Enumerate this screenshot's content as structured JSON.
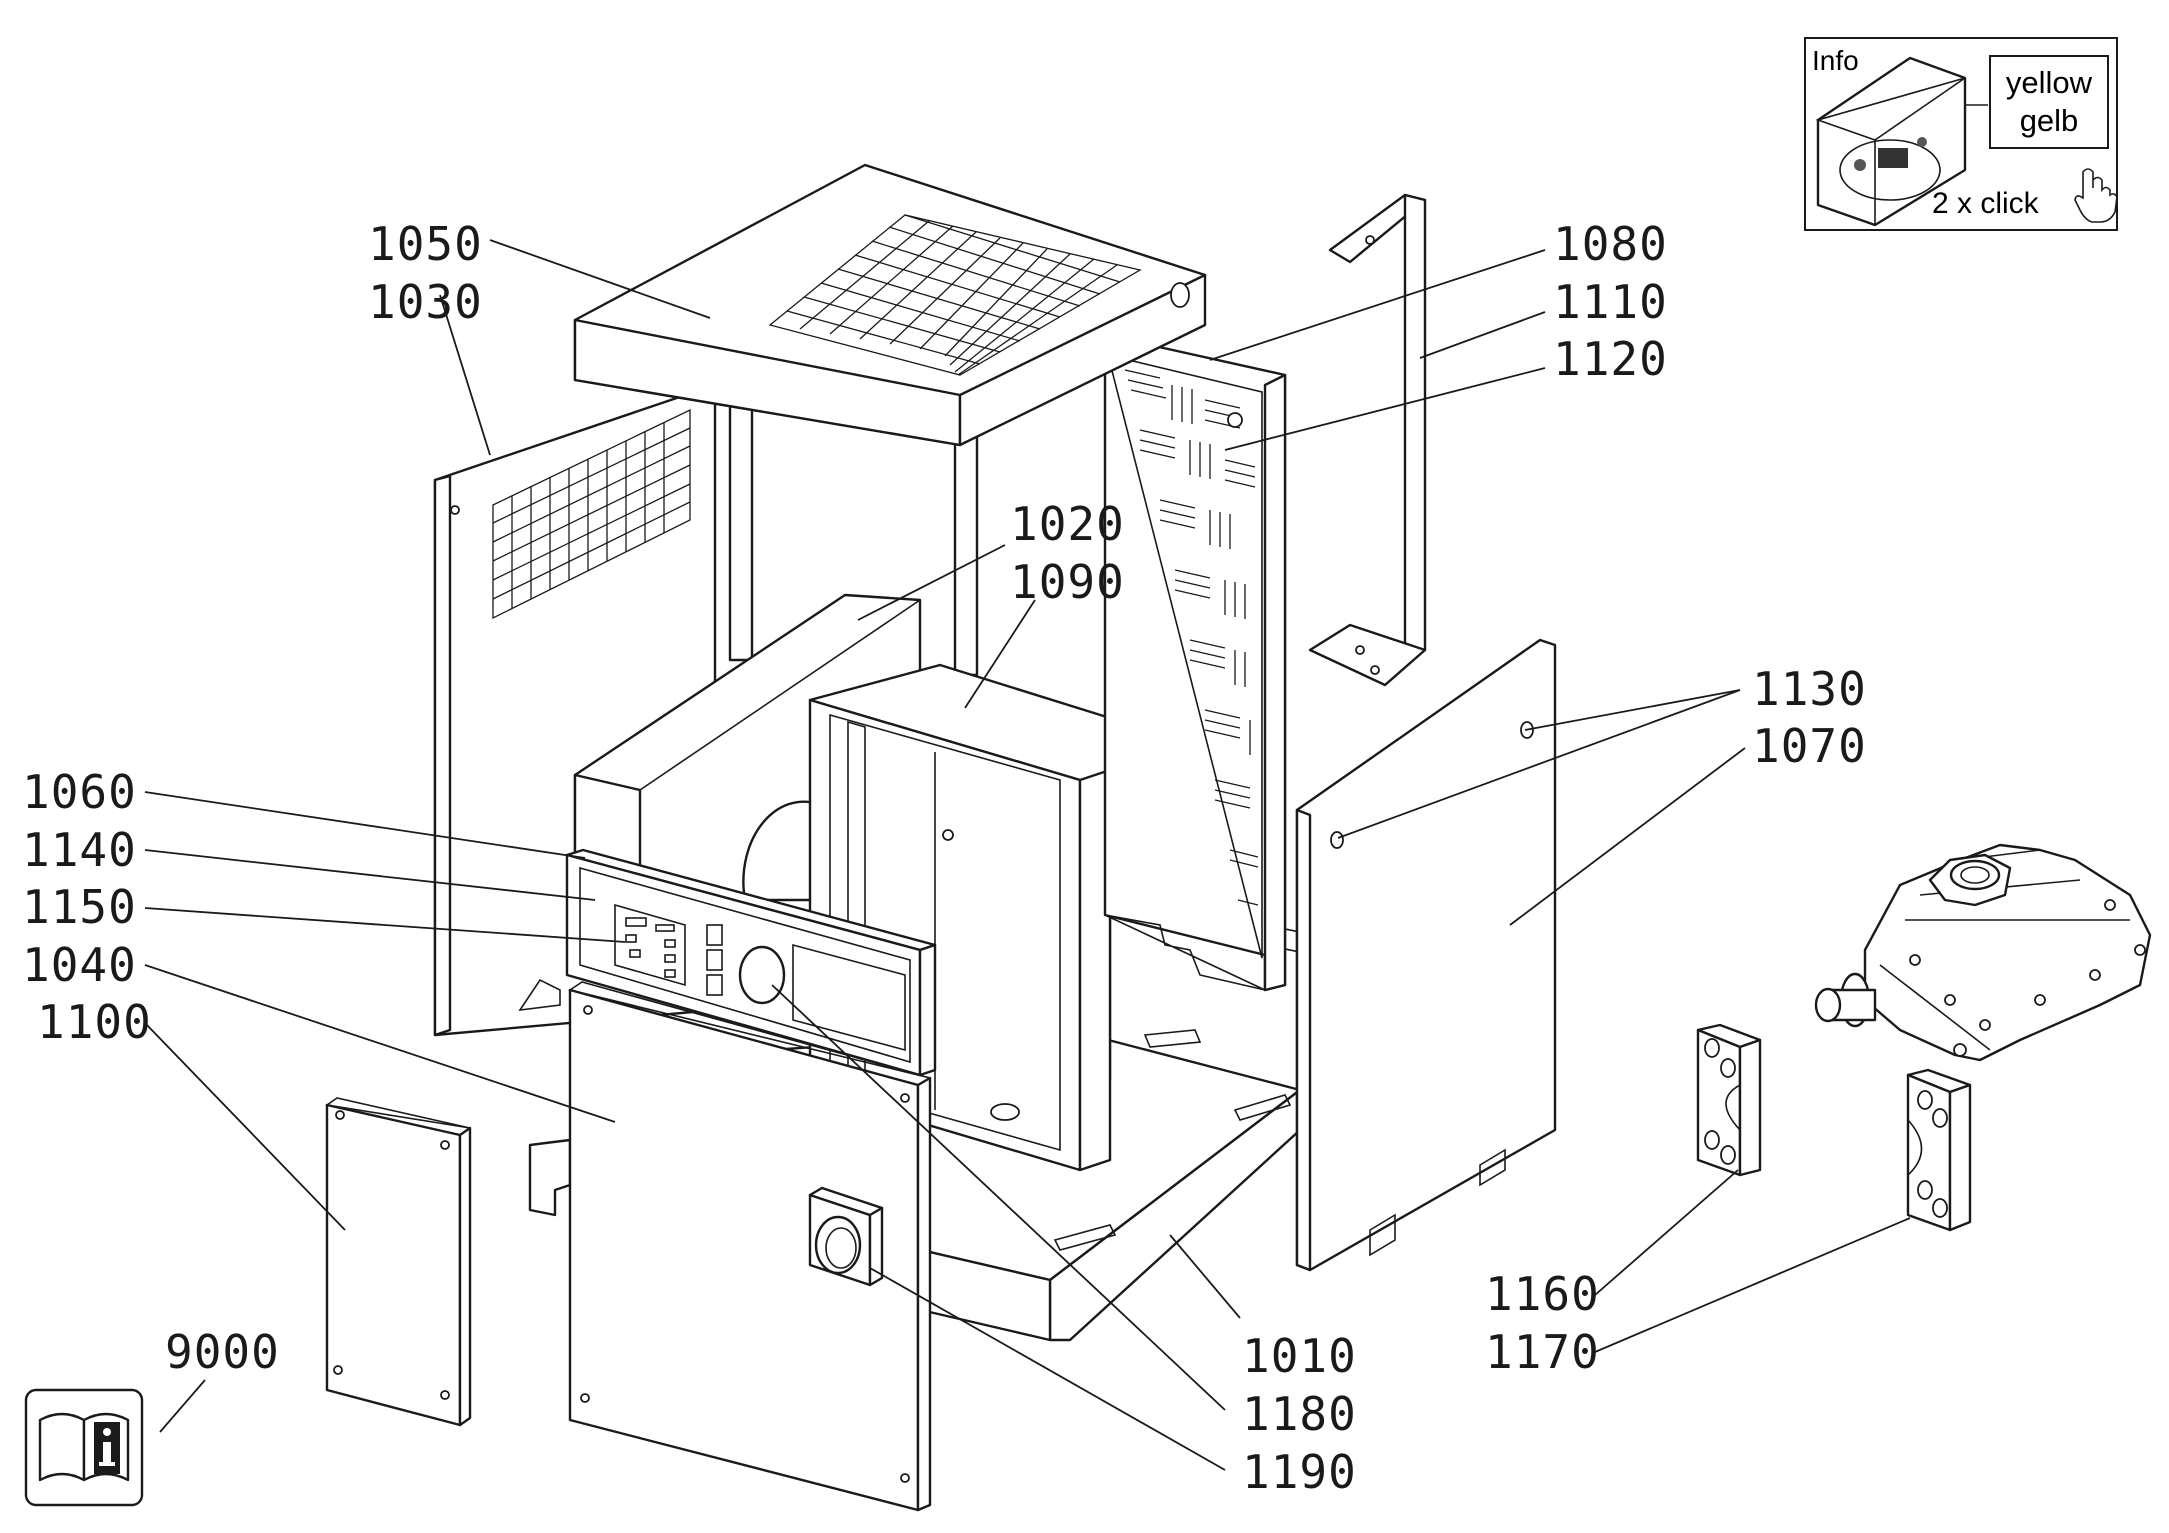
{
  "labels": [
    {
      "id": "1050",
      "text": "1050"
    },
    {
      "id": "1030",
      "text": "1030"
    },
    {
      "id": "1080",
      "text": "1080"
    },
    {
      "id": "1110",
      "text": "1110"
    },
    {
      "id": "1120",
      "text": "1120"
    },
    {
      "id": "1020",
      "text": "1020"
    },
    {
      "id": "1090",
      "text": "1090"
    },
    {
      "id": "1130",
      "text": "1130"
    },
    {
      "id": "1070",
      "text": "1070"
    },
    {
      "id": "1060",
      "text": "1060"
    },
    {
      "id": "1140",
      "text": "1140"
    },
    {
      "id": "1150",
      "text": "1150"
    },
    {
      "id": "1040",
      "text": "1040"
    },
    {
      "id": "1100",
      "text": "1100"
    },
    {
      "id": "9000",
      "text": "9000"
    },
    {
      "id": "1010",
      "text": "1010"
    },
    {
      "id": "1180",
      "text": "1180"
    },
    {
      "id": "1190",
      "text": "1190"
    },
    {
      "id": "1160",
      "text": "1160"
    },
    {
      "id": "1170",
      "text": "1170"
    }
  ],
  "info_box": {
    "title": "Info",
    "color_en": "yellow",
    "color_de": "gelb",
    "hint": "2 x click"
  },
  "icons": {
    "manual": "manual-info-icon",
    "pointer": "hand-pointer-icon"
  }
}
